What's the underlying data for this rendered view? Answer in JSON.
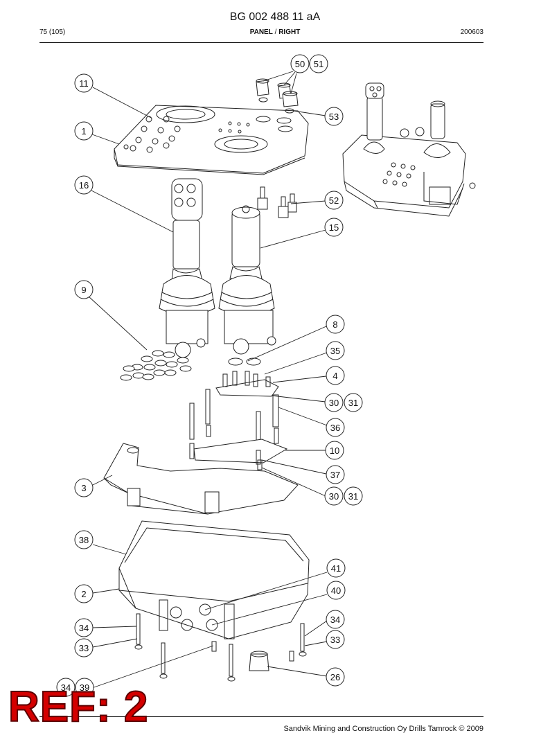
{
  "header": {
    "doc_number": "BG 002 488 11 aA",
    "page": "75 (105)",
    "section_bold": "PANEL",
    "section_sep": " / ",
    "section_bold2": "RIGHT",
    "date": "200603"
  },
  "footer": {
    "copyright": "Sandvik Mining and Construction Oy Drills Tamrock © 2009"
  },
  "stamp": {
    "ref_label": "REF: 2"
  },
  "callouts": [
    {
      "id": "c50",
      "label": "50"
    },
    {
      "id": "c51",
      "label": "51"
    },
    {
      "id": "c11",
      "label": "11"
    },
    {
      "id": "c53",
      "label": "53"
    },
    {
      "id": "c1",
      "label": "1"
    },
    {
      "id": "c16",
      "label": "16"
    },
    {
      "id": "c52",
      "label": "52"
    },
    {
      "id": "c15",
      "label": "15"
    },
    {
      "id": "c9",
      "label": "9"
    },
    {
      "id": "c8",
      "label": "8"
    },
    {
      "id": "c35",
      "label": "35"
    },
    {
      "id": "c4",
      "label": "4"
    },
    {
      "id": "c30a",
      "label": "30"
    },
    {
      "id": "c31a",
      "label": "31"
    },
    {
      "id": "c36",
      "label": "36"
    },
    {
      "id": "c10",
      "label": "10"
    },
    {
      "id": "c37",
      "label": "37"
    },
    {
      "id": "c3",
      "label": "3"
    },
    {
      "id": "c30b",
      "label": "30"
    },
    {
      "id": "c31b",
      "label": "31"
    },
    {
      "id": "c38",
      "label": "38"
    },
    {
      "id": "c41",
      "label": "41"
    },
    {
      "id": "c40",
      "label": "40"
    },
    {
      "id": "c2",
      "label": "2"
    },
    {
      "id": "c34a",
      "label": "34"
    },
    {
      "id": "c34b",
      "label": "34"
    },
    {
      "id": "c33a",
      "label": "33"
    },
    {
      "id": "c33b",
      "label": "33"
    },
    {
      "id": "c26",
      "label": "26"
    },
    {
      "id": "c34c",
      "label": "34"
    },
    {
      "id": "c39",
      "label": "39"
    }
  ]
}
